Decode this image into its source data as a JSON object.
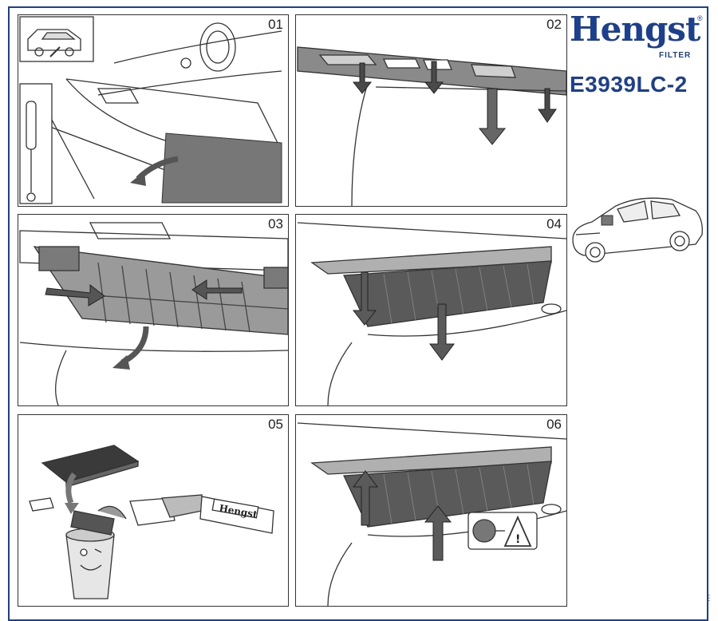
{
  "brand": {
    "name": "Hengst",
    "sub": "FILTER",
    "reg": "®"
  },
  "part_number": "E3939LC-2",
  "steps": [
    {
      "num": "01",
      "illustration": "remove-glovebox-cover"
    },
    {
      "num": "02",
      "illustration": "release-glovebox-clips"
    },
    {
      "num": "03",
      "illustration": "unlock-filter-cover"
    },
    {
      "num": "04",
      "illustration": "pull-out-old-filter"
    },
    {
      "num": "05",
      "illustration": "dispose-and-unpack-new-filter"
    },
    {
      "num": "06",
      "illustration": "insert-new-filter"
    }
  ],
  "colors": {
    "brand": "#1c3f8e",
    "line": "#333333",
    "arrow": "#555555"
  }
}
